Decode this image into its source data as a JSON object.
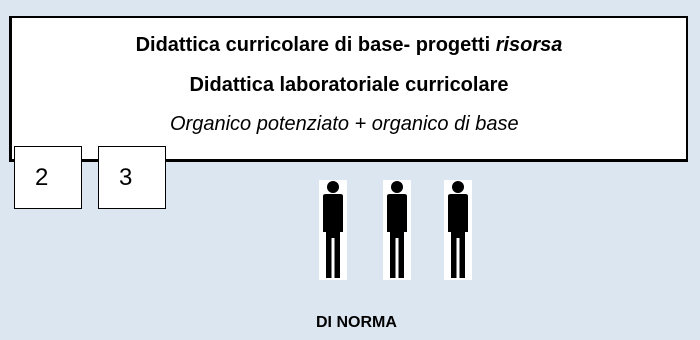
{
  "header_box": {
    "line1_plain": "Didattica curricolare di base- progetti ",
    "line1_italic": "risorsa",
    "line2": "Didattica laboratoriale curricolare",
    "line3": "Organico potenziato + organico di base"
  },
  "counters": [
    "2",
    "3"
  ],
  "people": [
    {
      "icon": "person-icon"
    },
    {
      "icon": "person-icon"
    },
    {
      "icon": "person-icon"
    }
  ],
  "footer": {
    "label": "DI NORMA"
  },
  "colors": {
    "background": "#dce6f1",
    "box": "#ffffff",
    "ink": "#000000"
  }
}
